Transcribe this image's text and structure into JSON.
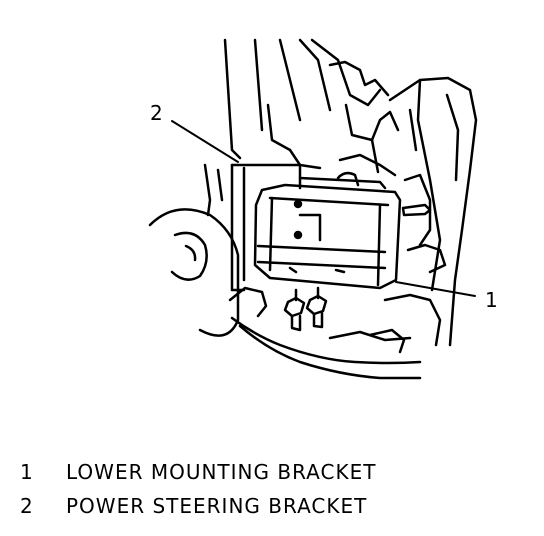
{
  "callouts": [
    {
      "number": "1",
      "description": "LOWER MOUNTING BRACKET"
    },
    {
      "number": "2",
      "description": "POWER STEERING BRACKET"
    }
  ]
}
